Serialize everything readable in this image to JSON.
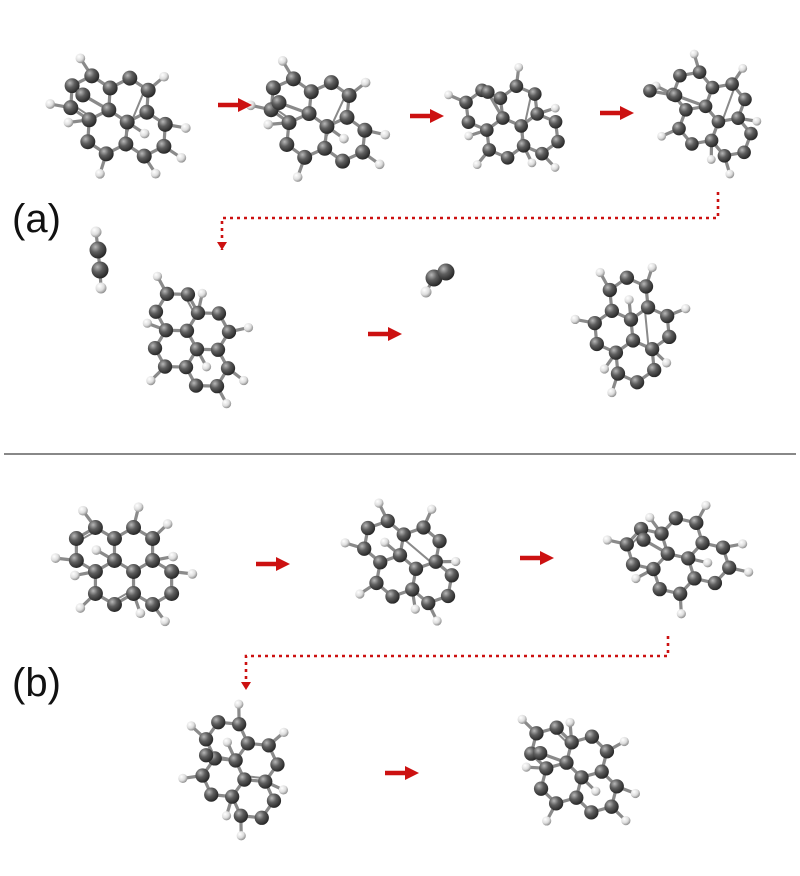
{
  "panels": [
    {
      "label": "(a)"
    },
    {
      "label": "(b)"
    }
  ],
  "colors": {
    "carbon": "#4a4a4a",
    "hydrogen": "#e8e8e8",
    "bond": "#8a8a8a",
    "arrow": "#cc1111",
    "divider": "#888888"
  },
  "icons": {
    "reaction_arrow": "solid-arrow-right",
    "continuation_arrow": "dotted-elbow-arrow",
    "carbon_atom": "dark-grey-sphere",
    "hydrogen_atom": "white-sphere"
  }
}
